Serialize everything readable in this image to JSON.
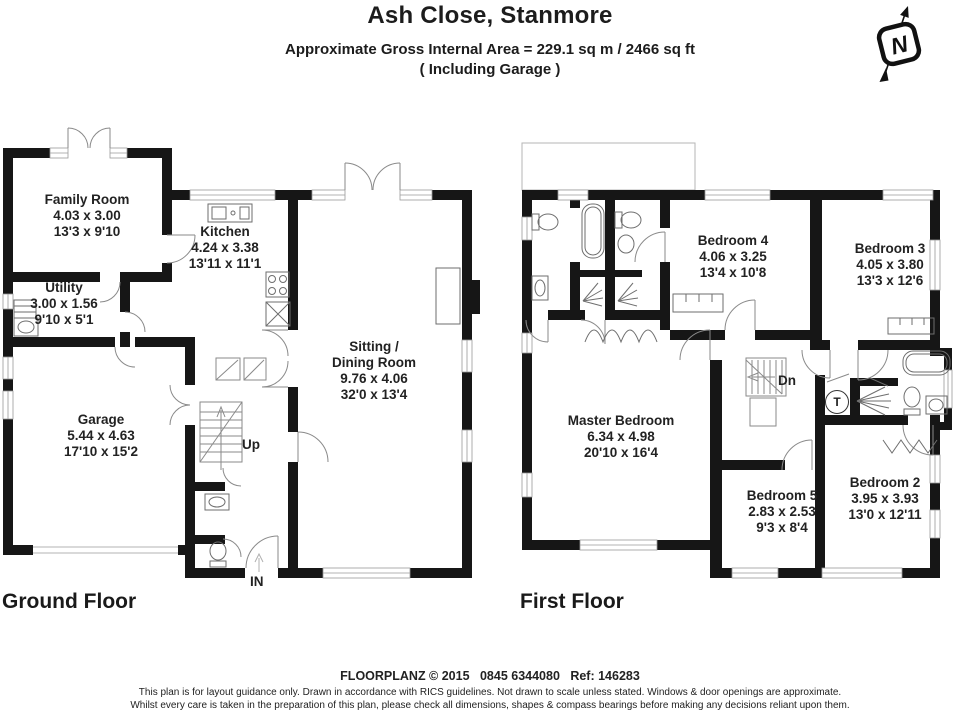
{
  "header": {
    "title": "Ash Close, Stanmore",
    "area_line": "Approximate Gross Internal Area = 229.1 sq m / 2466 sq ft",
    "including_line": "( Including Garage )",
    "compass_letter": "N"
  },
  "ground_floor": {
    "label": "Ground Floor",
    "stair_label": "Up",
    "entrance_label": "IN",
    "rooms": [
      {
        "name": "Family Room",
        "metric": "4.03 x 3.00",
        "imperial": "13'3 x 9'10"
      },
      {
        "name": "Kitchen",
        "metric": "4.24 x 3.38",
        "imperial": "13'11 x 11'1"
      },
      {
        "name": "Utility",
        "metric": "3.00 x 1.56",
        "imperial": "9'10 x 5'1"
      },
      {
        "name": "Garage",
        "metric": "5.44 x 4.63",
        "imperial": "17'10 x 15'2"
      },
      {
        "name": "Sitting /",
        "name2": "Dining Room",
        "metric": "9.76 x 4.06",
        "imperial": "32'0 x 13'4"
      }
    ]
  },
  "first_floor": {
    "label": "First Floor",
    "stair_label": "Dn",
    "tank_label": "T",
    "rooms": [
      {
        "name": "Bedroom 4",
        "metric": "4.06 x 3.25",
        "imperial": "13'4 x 10'8"
      },
      {
        "name": "Bedroom 3",
        "metric": "4.05 x 3.80",
        "imperial": "13'3 x 12'6"
      },
      {
        "name": "Master Bedroom",
        "metric": "6.34 x 4.98",
        "imperial": "20'10 x 16'4"
      },
      {
        "name": "Bedroom 5",
        "metric": "2.83 x 2.53",
        "imperial": "9'3 x 8'4"
      },
      {
        "name": "Bedroom 2",
        "metric": "3.95 x 3.93",
        "imperial": "13'0 x 12'11"
      }
    ]
  },
  "footer": {
    "line1": "FLOORPLANZ © 2015   0845 6344080   Ref: 146283",
    "line2": "This plan is for layout guidance only. Drawn in accordance with RICS guidelines. Not drawn to scale unless stated. Windows & door openings are approximate.",
    "line3": "Whilst every care is taken in the preparation of this plan, please check all dimensions, shapes & compass bearings before making any decisions reliant upon them."
  },
  "colors": {
    "wall": "#161616",
    "thin_line": "#8a8a8a",
    "text": "#1c1c1c"
  }
}
